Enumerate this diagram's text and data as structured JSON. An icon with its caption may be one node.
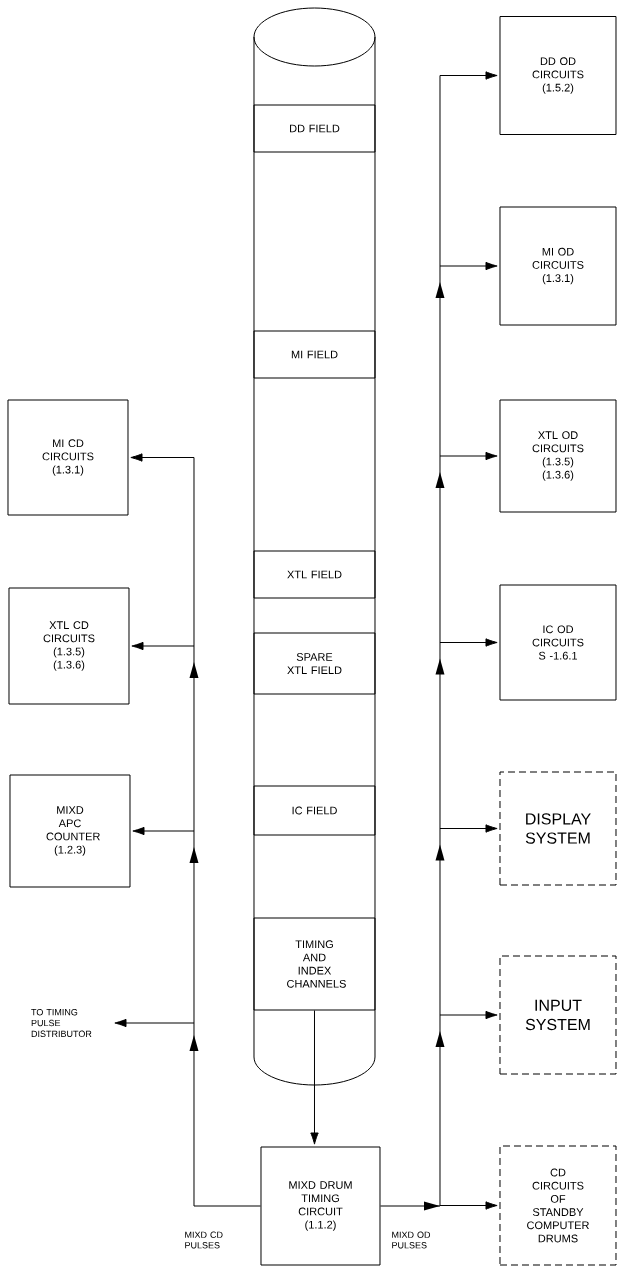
{
  "diagram": {
    "nodes": [
      {
        "text": [],
        "shape": "cylinder"
      },
      {
        "text": [
          "DD FIELD"
        ],
        "in": 0
      },
      {
        "text": [
          "MI FIELD"
        ],
        "in": 0
      },
      {
        "text": [
          "XTL FIELD"
        ],
        "in": 0
      },
      {
        "text": [
          "SPARE XTL FIELD"
        ],
        "in": 0
      },
      {
        "text": [
          "IC FIELD"
        ],
        "in": 0
      },
      {
        "text": [
          "TIMING AND INDEX CHANNELS"
        ],
        "in": 0
      },
      {
        "text": [
          "MI CD CIRCUITS (1.3.1)"
        ]
      },
      {
        "text": [
          "XTL CD CIRCUITS (1.3.5) (1.3.6)"
        ]
      },
      {
        "text": [
          "MIXD APC COUNTER (1.2.3)"
        ]
      },
      {
        "text": [
          "TO TIMING PULSE DISTRIBUTOR"
        ]
      },
      {
        "text": [
          "DD OD CIRCUITS (1.5.2)"
        ]
      },
      {
        "text": [
          "MI OD CIRCUITS (1.3.1)"
        ]
      },
      {
        "text": [
          "XTL OD CIRCUITS (1.3.5) (1.3.6)"
        ]
      },
      {
        "text": [
          "IC OD CIRCUITS S -1.6.1"
        ]
      },
      {
        "text": [
          "DISPLAY SYSTEM"
        ]
      },
      {
        "text": [
          "INPUT SYSTEM"
        ]
      },
      {
        "text": [
          "CD CIRCUITS OF STANDBY COMPUTER DRUMS"
        ]
      },
      {
        "text": [
          "MIXD DRUM TIMING CIRCUIT (1.1.2)"
        ]
      }
    ],
    "labels": [
      "MIXD CD PULSES",
      "MIXD OD PULSES"
    ],
    "edges": [
      {
        "from": 6,
        "to": 18,
        "arrow": "to"
      },
      {
        "from": 18,
        "to": 7,
        "arrow": "to"
      },
      {
        "from": 18,
        "to": 8,
        "arrow": "to"
      },
      {
        "from": 18,
        "to": 9,
        "arrow": "to"
      },
      {
        "from": 18,
        "to": 10,
        "arrow": "to"
      },
      {
        "from": 18,
        "to": 11,
        "arrow": "to"
      },
      {
        "from": 18,
        "to": 12,
        "arrow": "to"
      },
      {
        "from": 18,
        "to": 13,
        "arrow": "to"
      },
      {
        "from": 18,
        "to": 14,
        "arrow": "to"
      },
      {
        "from": 18,
        "to": 15,
        "arrow": "to"
      },
      {
        "from": 18,
        "to": 16,
        "arrow": "to"
      },
      {
        "from": 18,
        "to": 17,
        "arrow": "to"
      }
    ]
  }
}
